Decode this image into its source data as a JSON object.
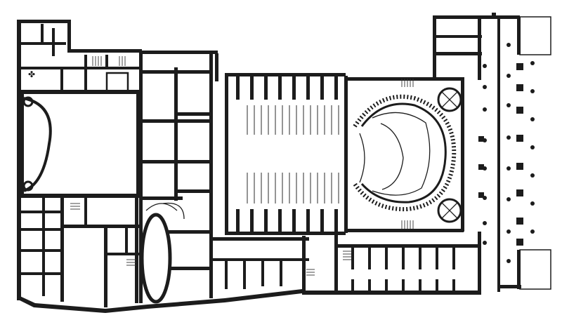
{
  "title": "",
  "colors": {
    "ink": "#1c1c1c",
    "paper": "#ffffff"
  },
  "elements": {
    "left_wing": "left-wing",
    "hall": "oval-hall",
    "oval_stair": "oval-stair-hall",
    "parterre": "auditorium-parterre",
    "horseshoe": "horseshoe-auditorium",
    "colonnade": "colonnade-portico",
    "service_wing": "service-wing"
  }
}
